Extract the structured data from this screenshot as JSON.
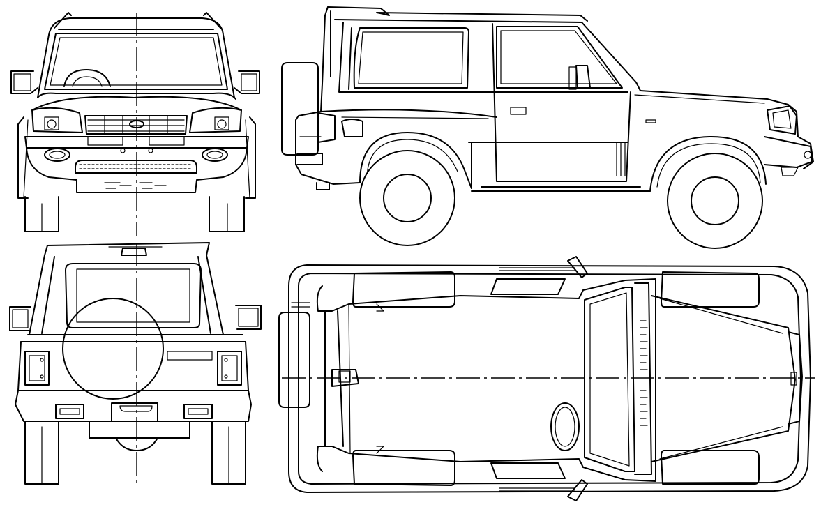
{
  "drawing": {
    "subject": "three-door-suv-blueprint",
    "stroke_color": "#000000",
    "background_color": "#ffffff",
    "views": [
      {
        "id": "front",
        "icon": "suv-front-view-icon"
      },
      {
        "id": "side",
        "icon": "suv-side-view-icon"
      },
      {
        "id": "rear",
        "icon": "suv-rear-view-icon"
      },
      {
        "id": "top",
        "icon": "suv-top-view-icon"
      }
    ]
  }
}
